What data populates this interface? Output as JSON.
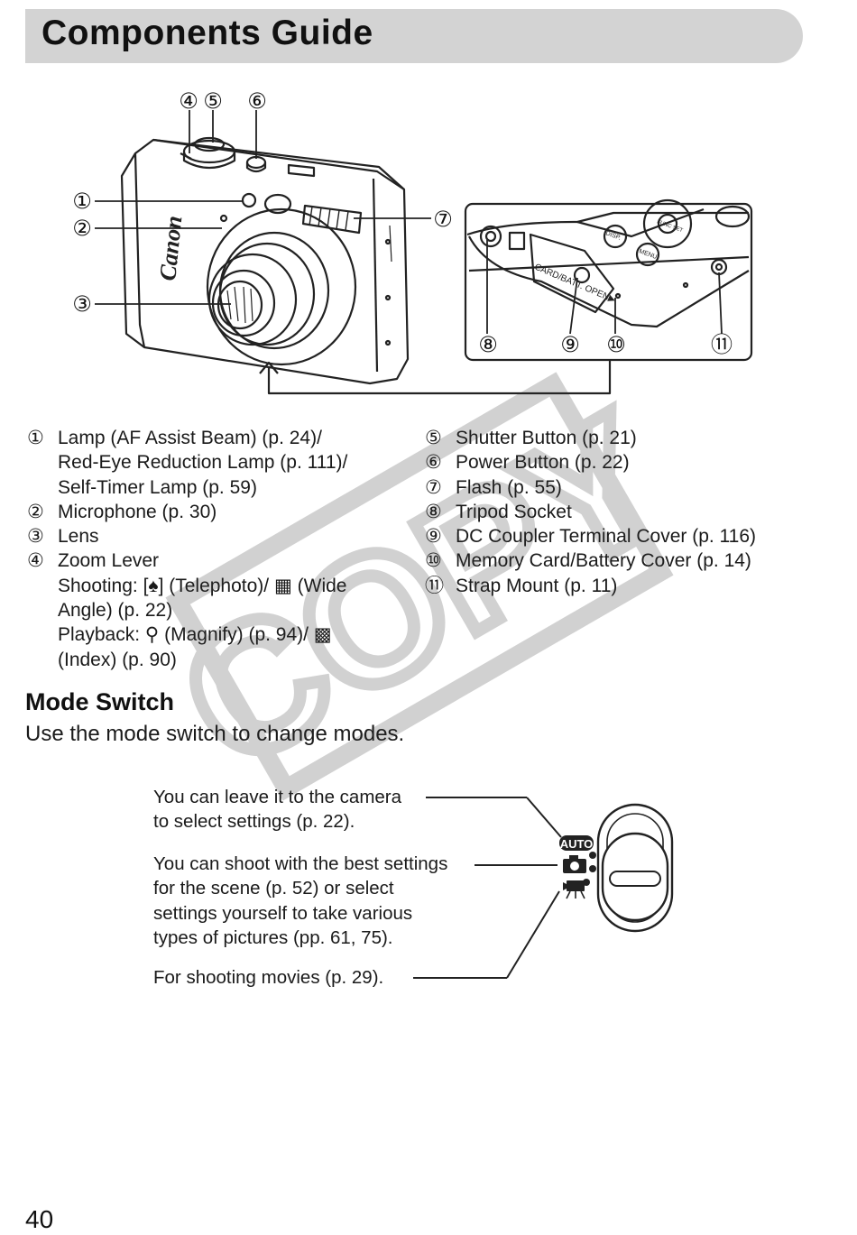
{
  "header": {
    "title": "Components Guide"
  },
  "camera_front": {
    "callouts": [
      "①",
      "②",
      "③",
      "④",
      "⑤",
      "⑥",
      "⑦"
    ],
    "brand": "Canon"
  },
  "camera_bottom": {
    "callouts": [
      "⑧",
      "⑨",
      "⑩",
      "⑪"
    ],
    "cover_label": "CARD/BATT. OPEN▶",
    "button_labels": [
      "DISP.",
      "MENU",
      "FUNC SET"
    ]
  },
  "components": {
    "left": [
      {
        "num": "①",
        "lines": [
          "Lamp (AF Assist Beam) (p. 24)/",
          "Red-Eye Reduction Lamp (p. 111)/",
          "Self-Timer Lamp (p. 59)"
        ]
      },
      {
        "num": "②",
        "lines": [
          "Microphone (p. 30)"
        ]
      },
      {
        "num": "③",
        "lines": [
          "Lens"
        ]
      },
      {
        "num": "④",
        "lines": [
          "Zoom Lever",
          "Shooting: [♠] (Telephoto)/ ▦ (Wide",
          "Angle) (p. 22)",
          "Playback: ⚲ (Magnify) (p. 94)/ ▩",
          "(Index) (p. 90)"
        ]
      }
    ],
    "right": [
      {
        "num": "⑤",
        "lines": [
          "Shutter Button (p. 21)"
        ]
      },
      {
        "num": "⑥",
        "lines": [
          "Power Button (p. 22)"
        ]
      },
      {
        "num": "⑦",
        "lines": [
          "Flash (p. 55)"
        ]
      },
      {
        "num": "⑧",
        "lines": [
          "Tripod Socket"
        ]
      },
      {
        "num": "⑨",
        "lines": [
          "DC Coupler Terminal Cover (p. 116)"
        ]
      },
      {
        "num": "⑩",
        "lines": [
          "Memory Card/Battery Cover (p. 14)"
        ]
      },
      {
        "num": "⑪",
        "lines": [
          "Strap Mount (p. 11)"
        ]
      }
    ]
  },
  "mode_switch": {
    "heading": "Mode Switch",
    "description": "Use the mode switch to change modes.",
    "callouts": [
      {
        "lines": [
          "You can leave it to the camera",
          "to select settings (p. 22)."
        ]
      },
      {
        "lines": [
          "You can shoot with the best settings",
          "for the scene (p. 52) or select",
          "settings yourself to take various",
          "types of pictures (pp. 61, 75)."
        ]
      },
      {
        "lines": [
          "For shooting movies (p. 29)."
        ]
      }
    ],
    "auto_label": "AUTO"
  },
  "watermark": {
    "text": "COPY"
  },
  "footer": {
    "page_number": "40"
  }
}
